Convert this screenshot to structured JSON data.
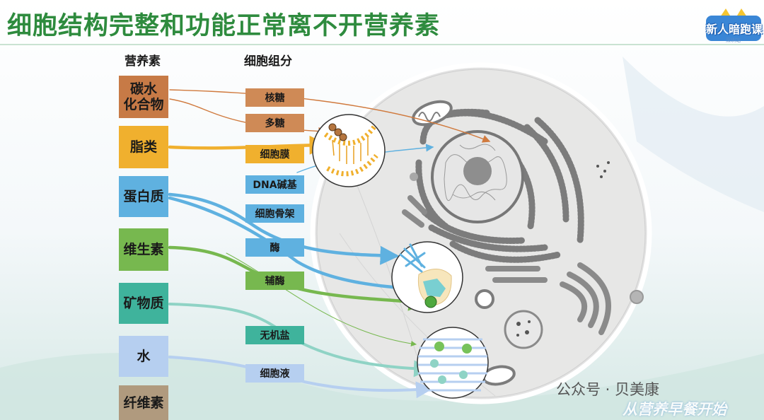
{
  "title": "细胞结构完整和功能正常离不开营养素",
  "logo": {
    "main": "新人暗跑课",
    "sub": "深圳站"
  },
  "headers": {
    "nutrients": "营养素",
    "components": "细胞组分"
  },
  "nutrients": [
    {
      "id": "carb",
      "label": "碳水\n化合物",
      "color": "#c77a46"
    },
    {
      "id": "lipid",
      "label": "脂类",
      "color": "#f0b02e"
    },
    {
      "id": "protein",
      "label": "蛋白质",
      "color": "#5fb1e0"
    },
    {
      "id": "vitamin",
      "label": "维生素",
      "color": "#77b84f"
    },
    {
      "id": "mineral",
      "label": "矿物质",
      "color": "#3fb39c"
    },
    {
      "id": "water",
      "label": "水",
      "color": "#b6cff0"
    },
    {
      "id": "fiber",
      "label": "纤维素",
      "color": "#b09a7e"
    }
  ],
  "components": [
    {
      "id": "ribose",
      "label": "核糖",
      "color": "#cf8a56"
    },
    {
      "id": "polysaccharide",
      "label": "多糖",
      "color": "#cf8a56"
    },
    {
      "id": "membrane",
      "label": "细胞膜",
      "color": "#f0b02e"
    },
    {
      "id": "dna_base",
      "label": "DNA碱基",
      "color": "#5fb1e0"
    },
    {
      "id": "cytoskeleton",
      "label": "细胞骨架",
      "color": "#5fb1e0"
    },
    {
      "id": "enzyme",
      "label": "酶",
      "color": "#5fb1e0"
    },
    {
      "id": "coenzyme",
      "label": "辅酶",
      "color": "#77b84f"
    },
    {
      "id": "salt",
      "label": "无机盐",
      "color": "#3fb39c"
    },
    {
      "id": "cytosol",
      "label": "细胞液",
      "color": "#b6cff0"
    }
  ],
  "watermark": {
    "publisher": "公众号 · 贝美康",
    "slogan": "从营养早餐开始"
  }
}
